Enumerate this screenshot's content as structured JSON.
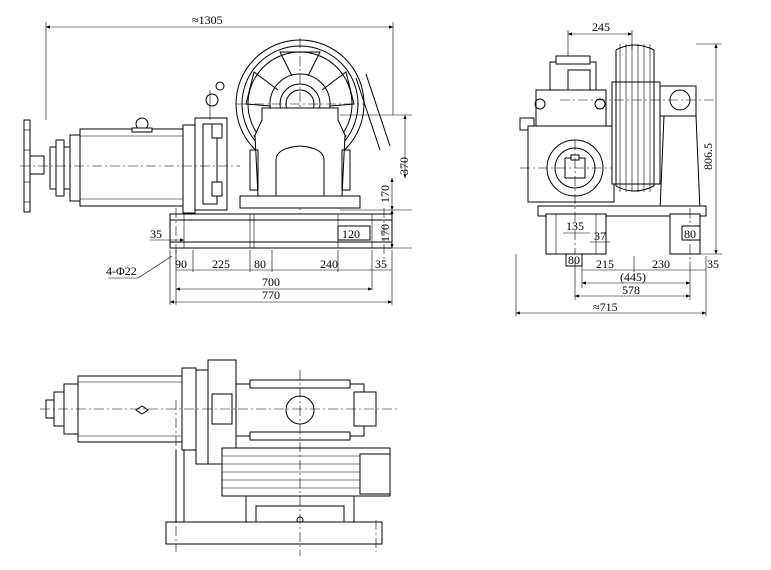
{
  "front_view": {
    "dims": {
      "overall_length": "≈1305",
      "height_sheave": "370",
      "height_mid": "170",
      "height_base": "170",
      "left_offset": "35",
      "right_block": "120",
      "bolt_holes": "4-Φ22",
      "seg_90": "90",
      "seg_225": "225",
      "seg_80": "80",
      "seg_240": "240",
      "seg_35": "35",
      "span_700": "700",
      "span_770": "770"
    }
  },
  "side_view": {
    "dims": {
      "top_245": "245",
      "height_806": "806.5",
      "d_135": "135",
      "d_37": "37",
      "d_80_left": "80",
      "d_80_right": "80",
      "d_215": "215",
      "d_230": "230",
      "d_35": "35",
      "d_445": "(445)",
      "d_578": "578",
      "d_715": "≈715"
    }
  },
  "plan_view": {}
}
